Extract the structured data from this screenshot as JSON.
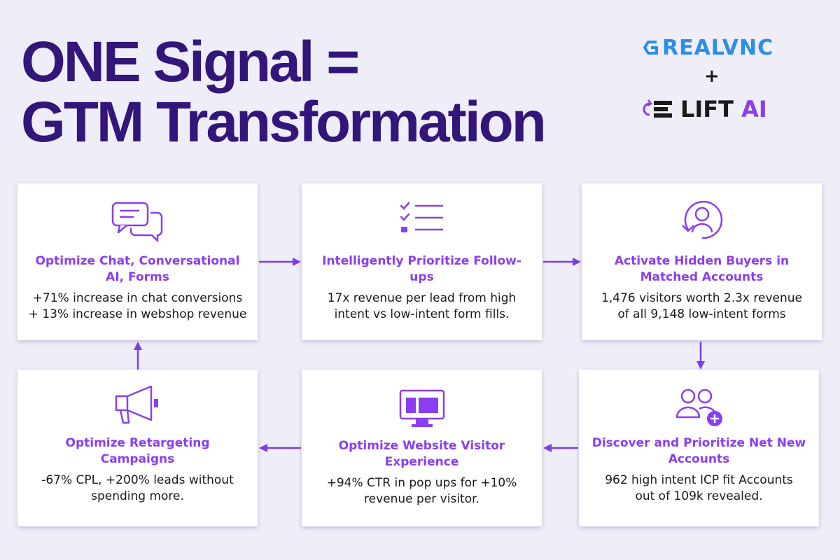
{
  "title": {
    "line1": "ONE Signal =",
    "line2": "GTM Transformation"
  },
  "logos": {
    "realvnc": "REALVNC",
    "plus": "+",
    "liftai_main": "LIFT",
    "liftai_accent": "AI"
  },
  "colors": {
    "background": "#eeedf8",
    "title": "#33167a",
    "accent": "#8a3ef0",
    "arrow": "#7b3fe4",
    "realvnc_blue": "#2d8ee6"
  },
  "cards": [
    {
      "icon": "chat-bubbles-icon",
      "title": "Optimize Chat, Conversational AI, Forms",
      "body_lines": [
        "+71% increase in chat conversions",
        "+ 13% increase in webshop revenue"
      ]
    },
    {
      "icon": "checklist-icon",
      "title": "Intelligently Prioritize Follow-ups",
      "body_lines": [
        "17x revenue per lead from high",
        "intent vs low-intent form fills."
      ]
    },
    {
      "icon": "user-circle-icon",
      "title": "Activate Hidden Buyers in Matched Accounts",
      "body_lines": [
        "1,476 visitors worth 2.3x revenue",
        "of all 9,148 low-intent forms"
      ]
    },
    {
      "icon": "megaphone-icon",
      "title": "Optimize Retargeting Campaigns",
      "body_lines": [
        "-67% CPL, +200% leads without",
        "spending more."
      ]
    },
    {
      "icon": "monitor-icon",
      "title": "Optimize Website Visitor Experience",
      "body_lines": [
        "+94% CTR in pop ups for +10%",
        "revenue per visitor."
      ]
    },
    {
      "icon": "add-users-icon",
      "title": "Discover and Prioritize Net New Accounts",
      "body_lines": [
        "962 high intent ICP fit Accounts",
        "out of 109k revealed."
      ]
    }
  ]
}
